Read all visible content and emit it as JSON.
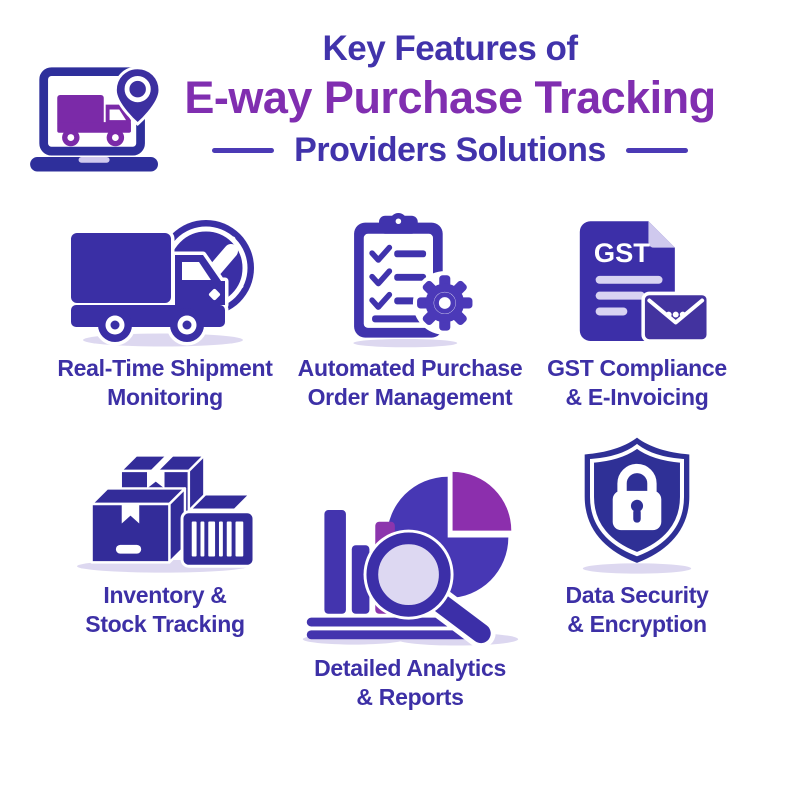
{
  "header": {
    "title_line1": "Key Features of",
    "title_line2": "E-way Purchase Tracking",
    "title_line3": "Providers Solutions",
    "logo_icon": "laptop-truck-location-pin"
  },
  "features": [
    {
      "id": "real-time-shipment-monitoring",
      "icon": "truck-clock-check-icon",
      "label_line1": "Real-Time Shipment",
      "label_line2": "Monitoring"
    },
    {
      "id": "automated-purchase-order-management",
      "icon": "clipboard-checklist-gear-icon",
      "label_line1": "Automated Purchase",
      "label_line2": "Order Management"
    },
    {
      "id": "gst-compliance-e-invoicing",
      "icon": "gst-document-envelope-icon",
      "label_line1": "GST Compliance",
      "label_line2": "& E-Invoicing"
    },
    {
      "id": "inventory-stock-tracking",
      "icon": "boxes-barcode-icon",
      "label_line1": "Inventory &",
      "label_line2": "Stock Tracking"
    },
    {
      "id": "detailed-analytics-reports",
      "icon": "bar-pie-chart-magnifier-icon",
      "label_line1": "Detailed Analytics",
      "label_line2": "& Reports"
    },
    {
      "id": "data-security-encryption",
      "icon": "shield-lock-icon",
      "label_line1": "Data Security",
      "label_line2": "& Encryption"
    }
  ],
  "icon_text": {
    "gst": "GST"
  },
  "colors": {
    "indigo_heading": "#4133ab",
    "purple_heading": "#802eb0",
    "label_indigo": "#3d30a6",
    "icon_indigo": "#3a2fa5",
    "icon_dark_indigo": "#2f3096",
    "icon_purple": "#8c2fad",
    "logo_truck_purple": "#7b2aa8",
    "lavender": "#d9d4ef",
    "background": "#ffffff"
  }
}
